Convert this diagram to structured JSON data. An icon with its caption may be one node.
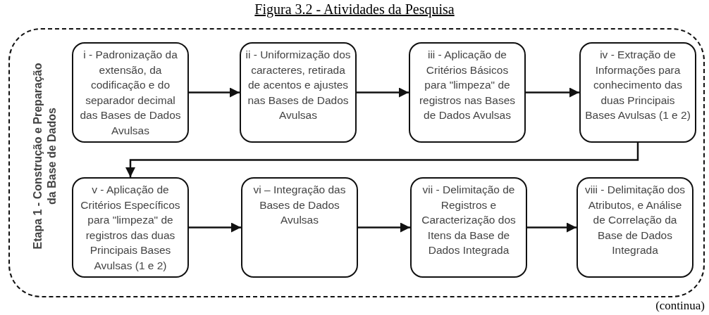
{
  "diagram": {
    "title": "Figura 3.2 -  Atividades da Pesquisa",
    "nodes": [
      {
        "text": [
          "Etapa 1 - Construção e Preparação da Base de Dados"
        ]
      },
      {
        "text": [
          "i - Padronização da extensão, da codificação e do separador decimal das Bases de Dados Avulsas"
        ],
        "in": 0
      },
      {
        "text": [
          "ii - Uniformização dos caracteres, retirada de acentos e ajustes nas Bases de Dados Avulsas"
        ],
        "in": 0
      },
      {
        "text": [
          "iii - Aplicação de Critérios Básicos para \"limpeza\" de registros nas Bases de Dados Avulsas"
        ],
        "in": 0
      },
      {
        "text": [
          "iv - Extração de Informações para conhecimento das duas Principais Bases Avulsas (1 e 2)"
        ],
        "in": 0
      },
      {
        "text": [
          "v - Aplicação de Critérios Específicos para \"limpeza\" de registros das duas Principais Bases Avulsas (1 e 2)"
        ],
        "in": 0
      },
      {
        "text": [
          "vi – Integração das Bases de Dados Avulsas"
        ],
        "in": 0
      },
      {
        "text": [
          "vii - Delimitação de Registros e Caracterização dos Itens da Base de Dados Integrada"
        ],
        "in": 0
      },
      {
        "text": [
          "viii - Delimitação dos Atributos, e Análise de Correlação da Base de Dados Integrada"
        ],
        "in": 0
      }
    ],
    "edges": [
      {
        "from": 1,
        "to": 2,
        "arrow": "to"
      },
      {
        "from": 2,
        "to": 3,
        "arrow": "to"
      },
      {
        "from": 3,
        "to": 4,
        "arrow": "to"
      },
      {
        "from": 4,
        "to": 5,
        "arrow": "to"
      },
      {
        "from": 5,
        "to": 6,
        "arrow": "to"
      },
      {
        "from": 6,
        "to": 7,
        "arrow": "to"
      },
      {
        "from": 7,
        "to": 8,
        "arrow": "to"
      }
    ],
    "labels": [
      "(continua)"
    ]
  }
}
